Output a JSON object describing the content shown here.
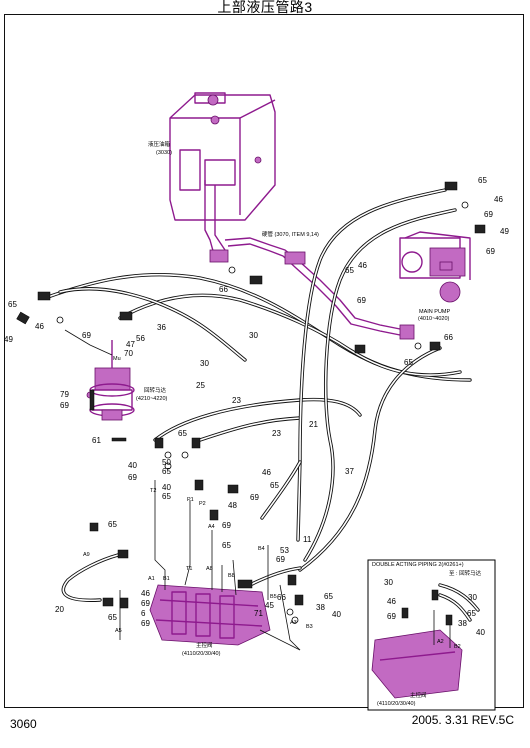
{
  "header": {
    "title": "上部液压管路3"
  },
  "footer": {
    "page_no": "3060",
    "revision": "2005. 3.31  REV.5C"
  },
  "callouts": {
    "tank": "液压油箱",
    "tank_ref": "(3030)",
    "pipe": "硬管 (3070, ITEM 9,14)",
    "pump": "MAIN PUMP",
    "pump_ref": "(4010~4020)",
    "swing": "回转马达",
    "swing_ref": "(4210~4220)",
    "mcv": "主控阀",
    "mcv_ref": "(4110/20/30/40)",
    "inset_title": "DOUBLE ACTING PIPING 2(#0261+)",
    "inset_swing": "至 : 回转马达",
    "inset_mcv": "主控阀",
    "inset_mcv_ref": "(4110/20/30/40)"
  },
  "part_numbers": [
    "65",
    "46",
    "69",
    "49",
    "69",
    "66",
    "65",
    "46",
    "69",
    "65",
    "49",
    "46",
    "69",
    "36",
    "56",
    "47",
    "70",
    "30",
    "30",
    "66",
    "65",
    "79",
    "69",
    "61",
    "25",
    "23",
    "23",
    "21",
    "65",
    "50",
    "40",
    "65",
    "69",
    "40",
    "65",
    "46",
    "69",
    "65",
    "48",
    "69",
    "53",
    "69",
    "11",
    "37",
    "65",
    "65",
    "46",
    "69",
    "65",
    "6",
    "69",
    "20",
    "45",
    "71",
    "66",
    "65",
    "38",
    "40",
    "30",
    "30",
    "69",
    "46",
    "65",
    "38",
    "40"
  ],
  "port_tags": [
    "Mu",
    "T2",
    "P1",
    "P2",
    "A4",
    "B4",
    "A9",
    "T1",
    "A8",
    "B8",
    "B3",
    "A3",
    "B2",
    "A2",
    "A5",
    "B5",
    "B1",
    "A1"
  ]
}
